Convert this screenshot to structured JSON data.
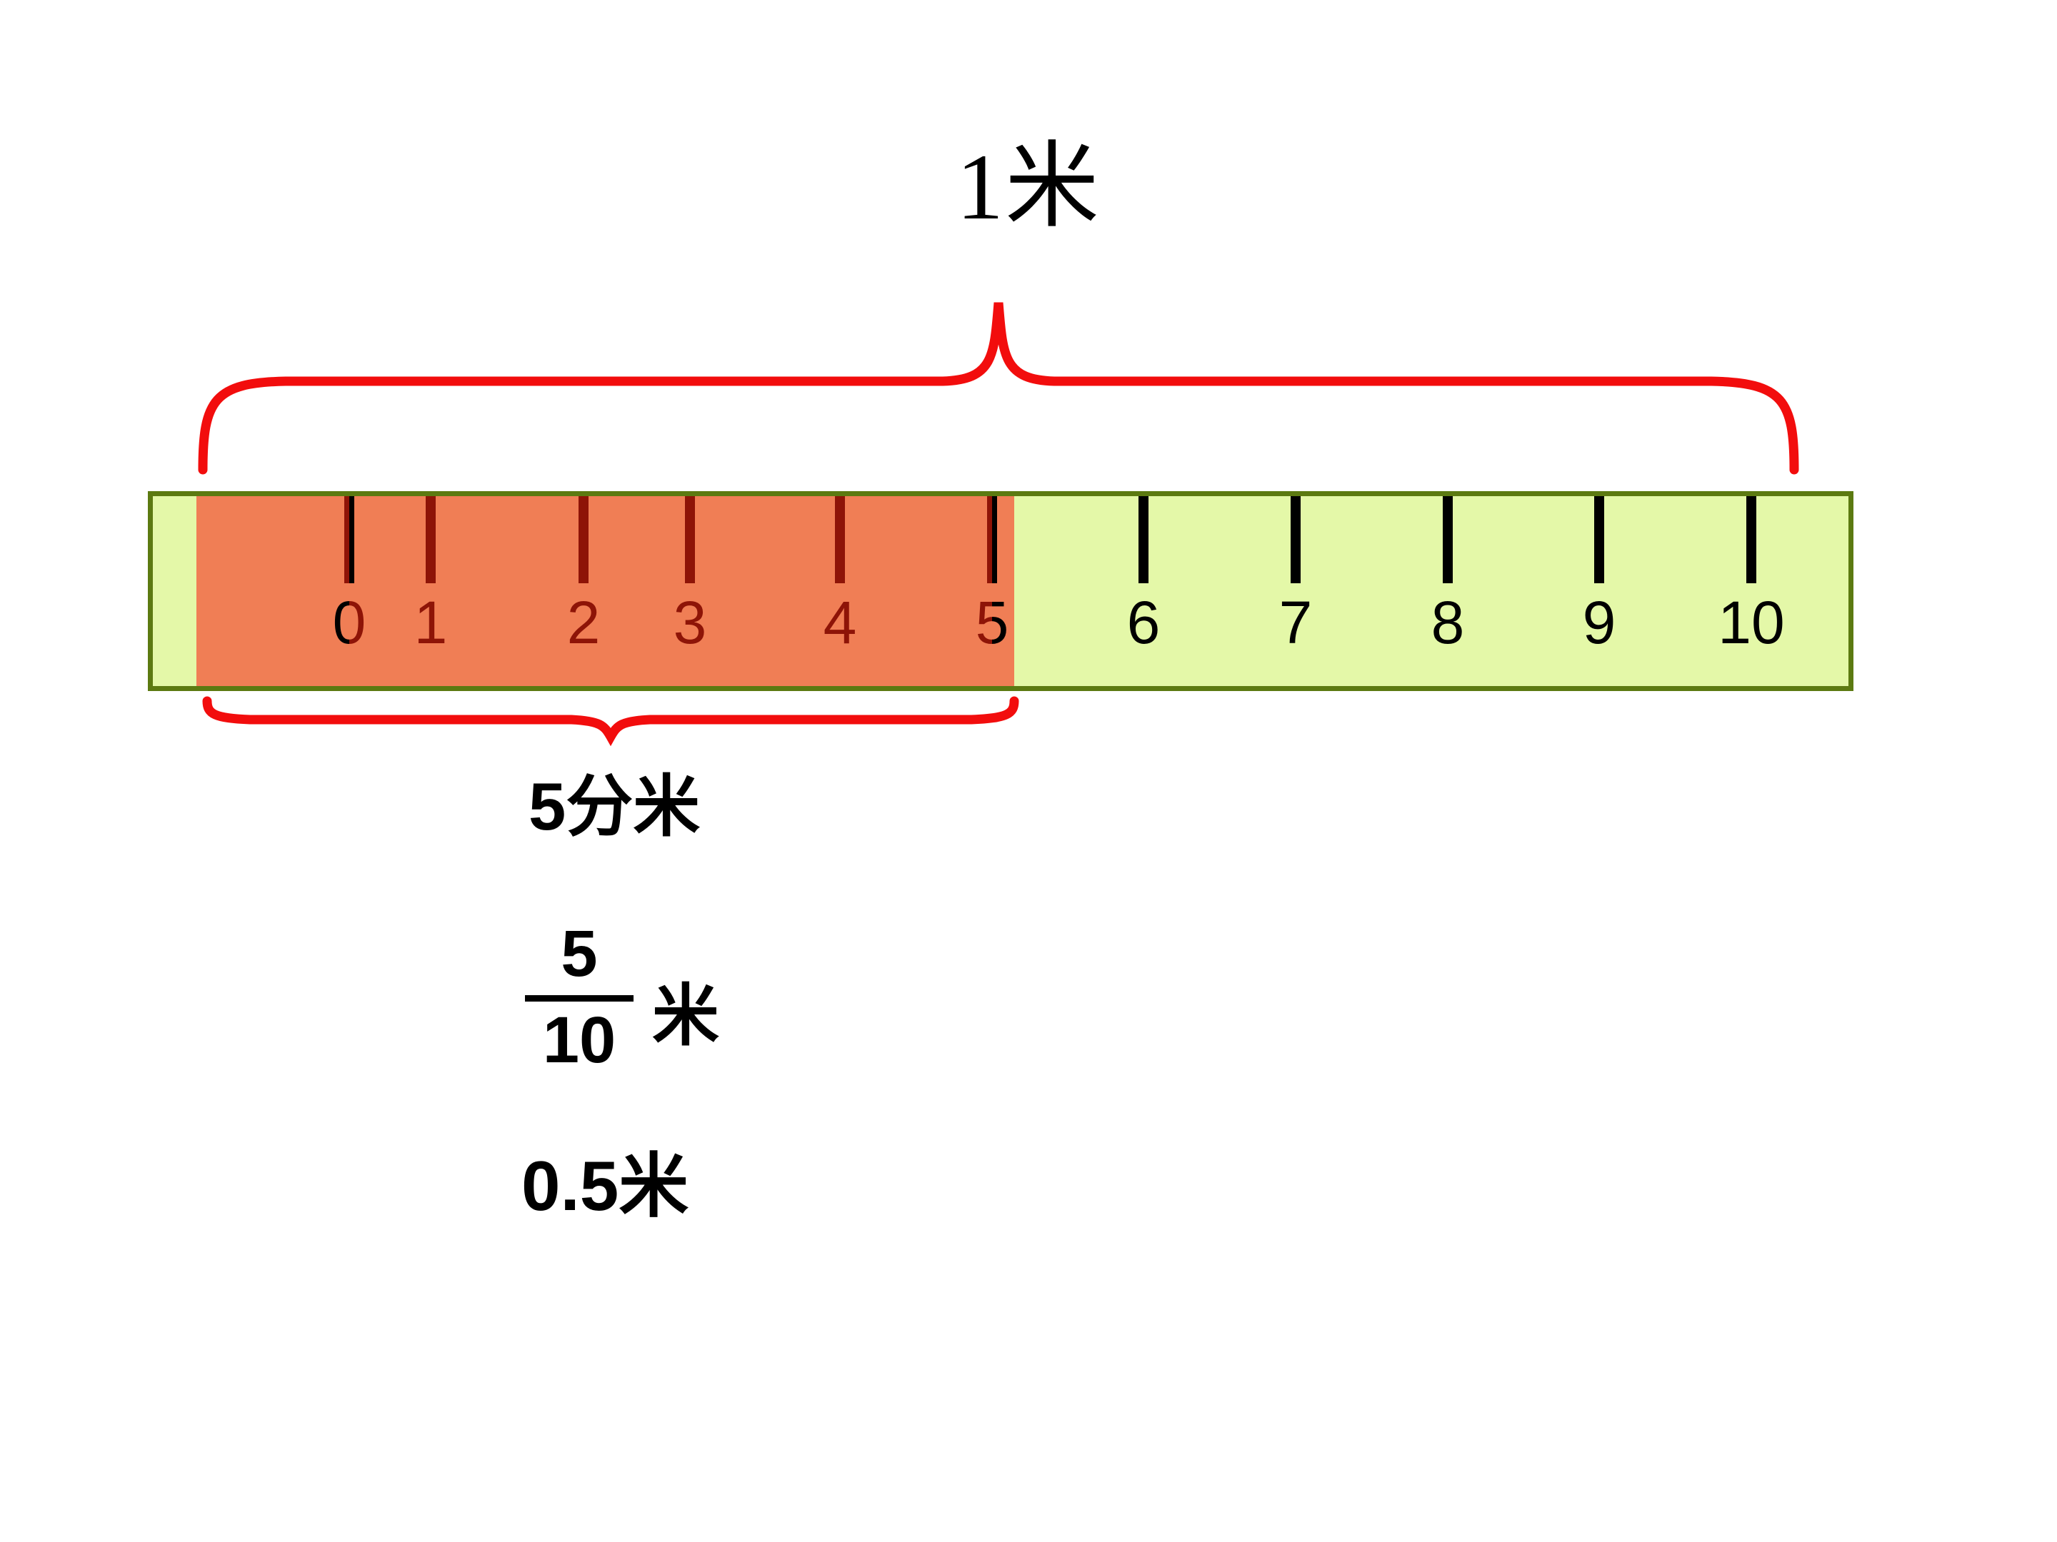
{
  "title": {
    "number": "1",
    "unit": "米",
    "full": "1米"
  },
  "colors": {
    "fill_highlight": "#F07E55",
    "fill_remainder": "#E4F8A8",
    "bar_border": "#5C7A11",
    "brace": "#F20D0D",
    "tick_dark": "#000000",
    "tick_on_highlight": "#8E1407"
  },
  "ruler": {
    "min": 0,
    "max": 10,
    "highlight_from": 0,
    "highlight_to": 5,
    "tick_labels": [
      "0",
      "1",
      "2",
      "3",
      "4",
      "5",
      "6",
      "7",
      "8",
      "9",
      "10"
    ]
  },
  "braces": {
    "top": {
      "label": "1米",
      "spans_from": "0",
      "spans_to": "10"
    },
    "bottom": {
      "label": "5分米",
      "spans_from": "0",
      "spans_to": "5"
    }
  },
  "captions": {
    "decimetre": {
      "number": "5",
      "unit": "分米",
      "full": "5分米"
    },
    "fraction": {
      "numerator": "5",
      "denominator": "10",
      "unit": "米",
      "full": "5/10 米"
    },
    "decimal": {
      "number": "0.5",
      "unit": "米",
      "full": "0.5米"
    }
  },
  "chart_data": {
    "type": "bar",
    "title": "1米",
    "categories": [
      "0",
      "1",
      "2",
      "3",
      "4",
      "5",
      "6",
      "7",
      "8",
      "9",
      "10"
    ],
    "values": [
      0,
      1,
      2,
      3,
      4,
      5,
      6,
      7,
      8,
      9,
      10
    ],
    "xlabel": "分米",
    "ylabel": "",
    "xlim": [
      0,
      10
    ],
    "annotations": [
      "1米",
      "5分米",
      "5/10 米",
      "0.5米"
    ],
    "highlight_range": [
      0,
      5
    ],
    "grid": false,
    "legend": "none"
  }
}
